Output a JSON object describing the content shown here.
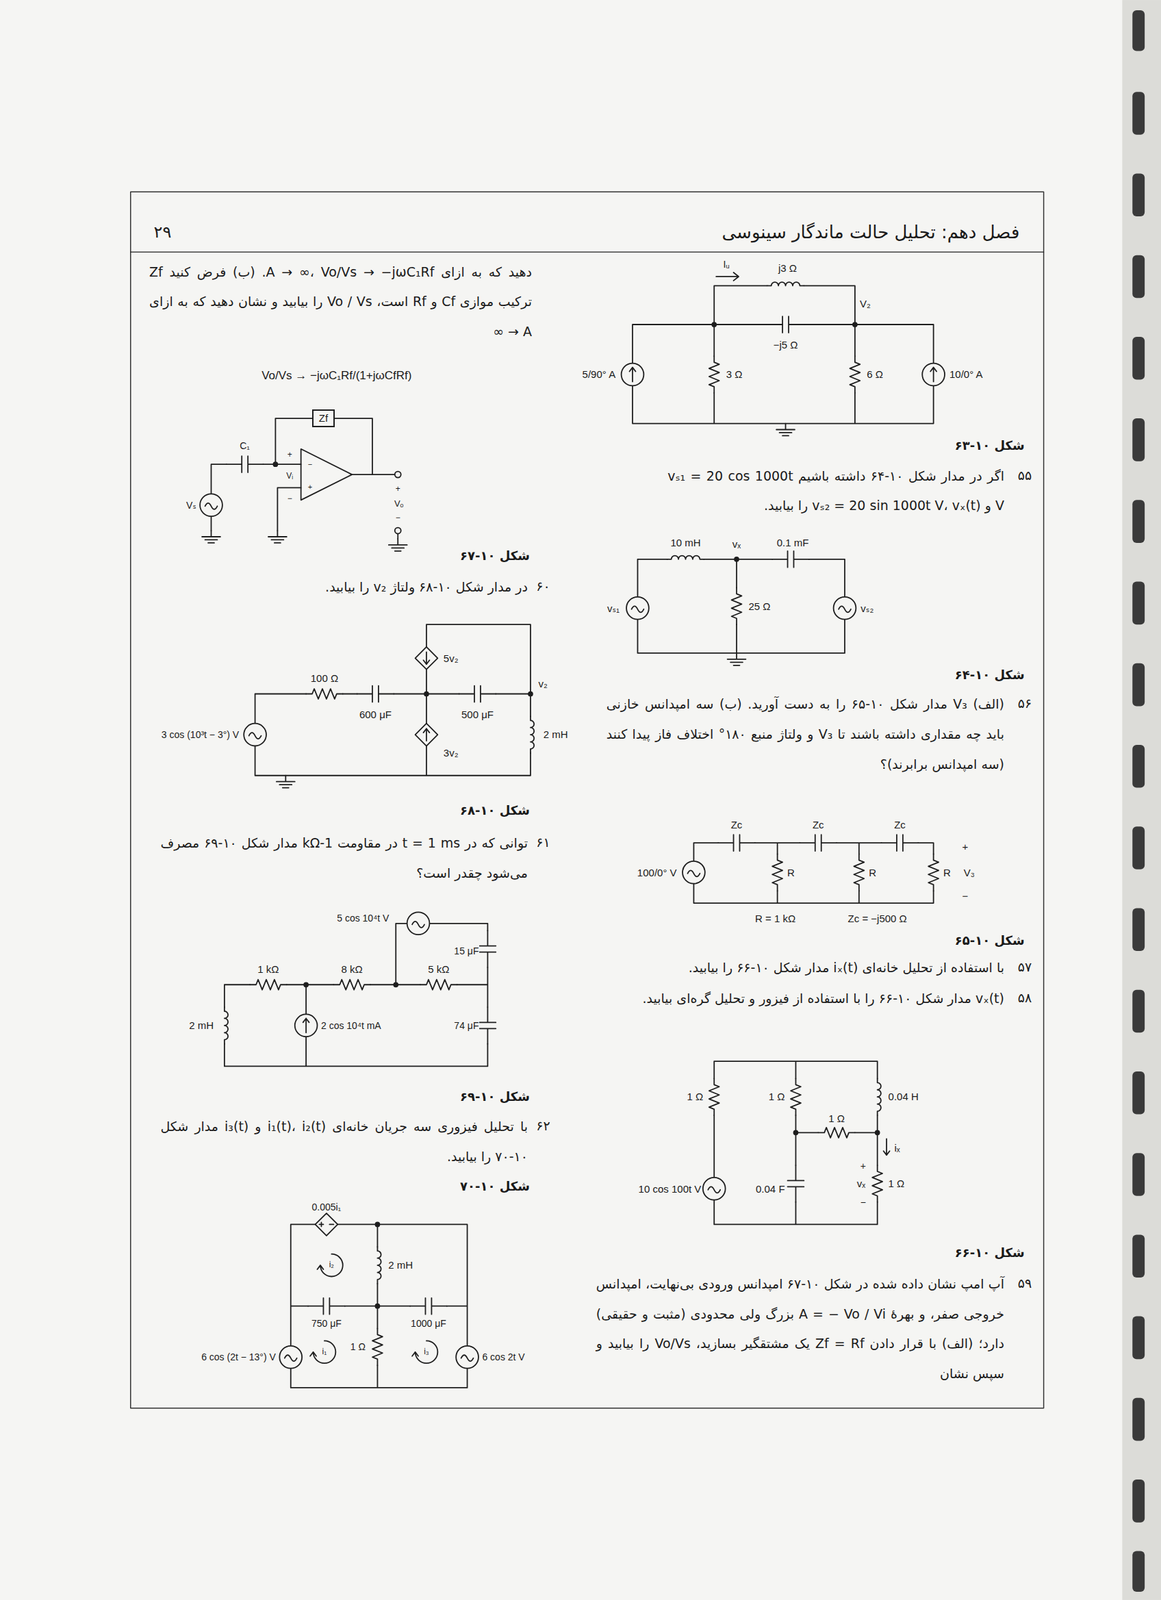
{
  "diagram": {
    "nodes": [
      {
        "text": [
          "Zf"
        ]
      }
    ],
    "labels": [
      "۲۹",
      "فصل دهم:  تحلیل حالت ماندگار سینوسی",
      "Iᵤ",
      "j3 Ω",
      "V₂",
      "−j5 Ω",
      "5/90° A",
      "3 Ω",
      "6 Ω",
      "10/0° A",
      "شکل ۱۰-۶۳",
      "۵۵",
      "اگر در مدار شکل ۱۰-۶۴ داشته باشیم vₛ₁ = 20 cos 1000t V و vₛ₂ = 20 sin 1000t V، vₓ(t) را بیابید.",
      "10 mH",
      "vₓ",
      "0.1 mF",
      "vₛ₁",
      "25 Ω",
      "vₛ₂",
      "شکل ۱۰-۶۴",
      "۵۶",
      "(الف) V₃ مدار شکل ۱۰-۶۵ را به دست آورید. (ب) سه امپدانس خازنی باید چه مقداری داشته باشند تا V₃ و ولتاژ منبع ۱۸۰° اختلاف فاز پیدا کنند (سه امپدانس برابرند)؟",
      "Zc",
      "Zc",
      "Zc",
      "100/0° V",
      "R",
      "R",
      "R",
      "+",
      "V₃",
      "−",
      "R = 1 kΩ",
      "Zc = −j500 Ω",
      "شکل ۱۰-۶۵",
      "۵۷",
      "با استفاده از تحلیل خانه‌ای iₓ(t) مدار شکل ۱۰-۶۶ را بیابید.",
      "۵۸",
      "vₓ(t) مدار شکل ۱۰-۶۶ را با استفاده از فیزور و تحلیل گره‌ای بیابید.",
      "1 Ω",
      "1 Ω",
      "0.04 H",
      "1 Ω",
      "iₓ",
      "+",
      "vₓ",
      "−",
      "1 Ω",
      "10 cos 100t V",
      "0.04 F",
      "شکل ۱۰-۶۶",
      "۵۹",
      "آپ امپ نشان داده شده در شکل ۱۰-۶۷ امپدانس ورودی بی‌نهایت، امپدانس خروجی صفر، و بهرهٔ A = − Vo / Vi بزرگ ولی محدودی (مثبت و حقیقی) دارد؛ (الف) با قرار دادن Zf = Rf یک مشتقگیر بسازید، Vo/Vs را بیابید و سپس نشان",
      "دهید که به ازای A → ∞، Vo/Vs → −jωC₁Rf. (ب) فرض کنید Zf ترکیب موازی Cf و Rf است، Vo / Vs را بیابید و نشان دهید که به ازای A → ∞",
      "Vo/Vs → −jωC₁Rf/(1+jωCfRf)",
      "C₁",
      "+",
      "Vᵢ",
      "−",
      "−",
      "+",
      "Vₛ",
      "+",
      "Vₒ",
      "−",
      "شکل ۱۰-۶۷",
      "۶۰",
      "در مدار شکل ۱۰-۶۸ ولتاژ v₂ را بیابید.",
      "5v₂",
      "100 Ω",
      "600 μF",
      "500 μF",
      "v₂",
      "3 cos (10³t − 3°) V",
      "2 mH",
      "3v₂",
      "شکل ۱۰-۶۸",
      "۶۱",
      "توانی که در t = 1 ms در مقاومت 1-kΩ مدار شکل ۱۰-۶۹ مصرف می‌شود چقدر است؟",
      "5 cos 10⁴t V",
      "15 μF",
      "1 kΩ",
      "8 kΩ",
      "5 kΩ",
      "2 mH",
      "2 cos 10⁴t mA",
      "74 μF",
      "شکل ۱۰-۶۹",
      "۶۲",
      "با تحلیل فیزوری سه جریان خانه‌ای i₁(t)، i₂(t) و i₃(t) مدار شکل ۱۰-۷۰ را بیابید.",
      "شکل ۱۰-۷۰",
      "0.005i₁",
      "i₂",
      "2 mH",
      "750 μF",
      "1000 μF",
      "1 Ω",
      "i₁",
      "i₃",
      "6 cos (2t − 13°) V",
      "6 cos 2t V"
    ]
  }
}
